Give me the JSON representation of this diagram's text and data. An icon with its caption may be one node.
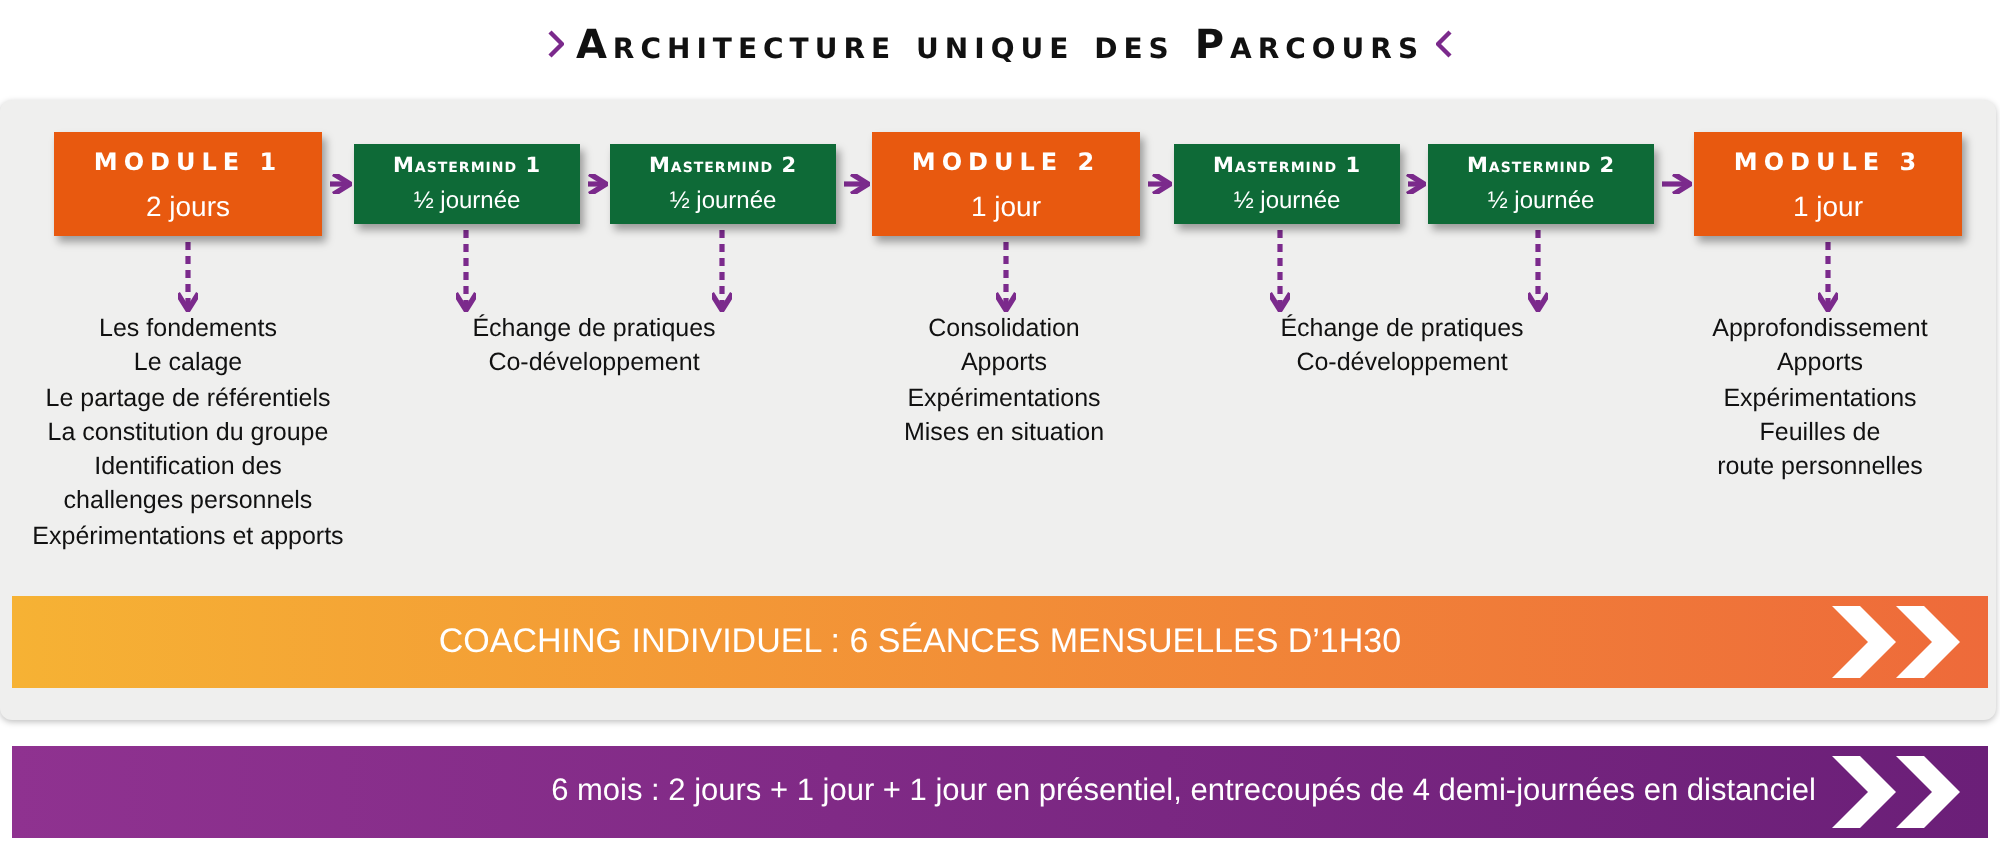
{
  "diagram": {
    "title": "Architecture unique des Parcours",
    "nodes": [
      {
        "text": [
          "MODULE 1",
          "2 jours"
        ]
      },
      {
        "text": [
          "Mastermind 1",
          "½ journée"
        ]
      },
      {
        "text": [
          "Mastermind 2",
          "½ journée"
        ]
      },
      {
        "text": [
          "MODULE 2",
          "1 jour"
        ]
      },
      {
        "text": [
          "Mastermind 1",
          "½ journée"
        ]
      },
      {
        "text": [
          "Mastermind 2",
          "½ journée"
        ]
      },
      {
        "text": [
          "MODULE 3",
          "1 jour"
        ]
      },
      {
        "text": [
          "Les fondements",
          "Le calage",
          "Le partage de référentiels",
          "La constitution du groupe",
          "Identification des challenges personnels",
          "Expérimentations et apports"
        ]
      },
      {
        "text": [
          "Échange de pratiques",
          "Co-développement"
        ]
      },
      {
        "text": [
          "Consolidation",
          "Apports",
          "Expérimentations",
          "Mises en situation"
        ]
      },
      {
        "text": [
          "Échange de pratiques",
          "Co-développement"
        ]
      },
      {
        "text": [
          "Approfondissement",
          "Apports",
          "Expérimentations",
          "Feuilles de route personnelles"
        ]
      },
      {
        "text": [
          "COACHING INDIVIDUEL : 6 SÉANCES MENSUELLES D’1H30"
        ]
      },
      {
        "text": [
          "6 mois : 2 jours + 1 jour + 1 jour en présentiel, entrecoupés de 4 demi-journées en distanciel"
        ]
      }
    ],
    "edges": [
      {
        "from": 0,
        "to": 1,
        "arrow": "to"
      },
      {
        "from": 1,
        "to": 2,
        "arrow": "to"
      },
      {
        "from": 2,
        "to": 3,
        "arrow": "to"
      },
      {
        "from": 3,
        "to": 4,
        "arrow": "to"
      },
      {
        "from": 4,
        "to": 5,
        "arrow": "to"
      },
      {
        "from": 5,
        "to": 6,
        "arrow": "to"
      },
      {
        "from": 0,
        "to": 7,
        "arrow": "to",
        "style": "dashed"
      },
      {
        "from": 1,
        "to": 8,
        "arrow": "to",
        "style": "dashed"
      },
      {
        "from": 2,
        "to": 8,
        "arrow": "to",
        "style": "dashed"
      },
      {
        "from": 3,
        "to": 9,
        "arrow": "to",
        "style": "dashed"
      },
      {
        "from": 4,
        "to": 10,
        "arrow": "to",
        "style": "dashed"
      },
      {
        "from": 5,
        "to": 10,
        "arrow": "to",
        "style": "dashed"
      },
      {
        "from": 6,
        "to": 11,
        "arrow": "to",
        "style": "dashed"
      }
    ]
  }
}
